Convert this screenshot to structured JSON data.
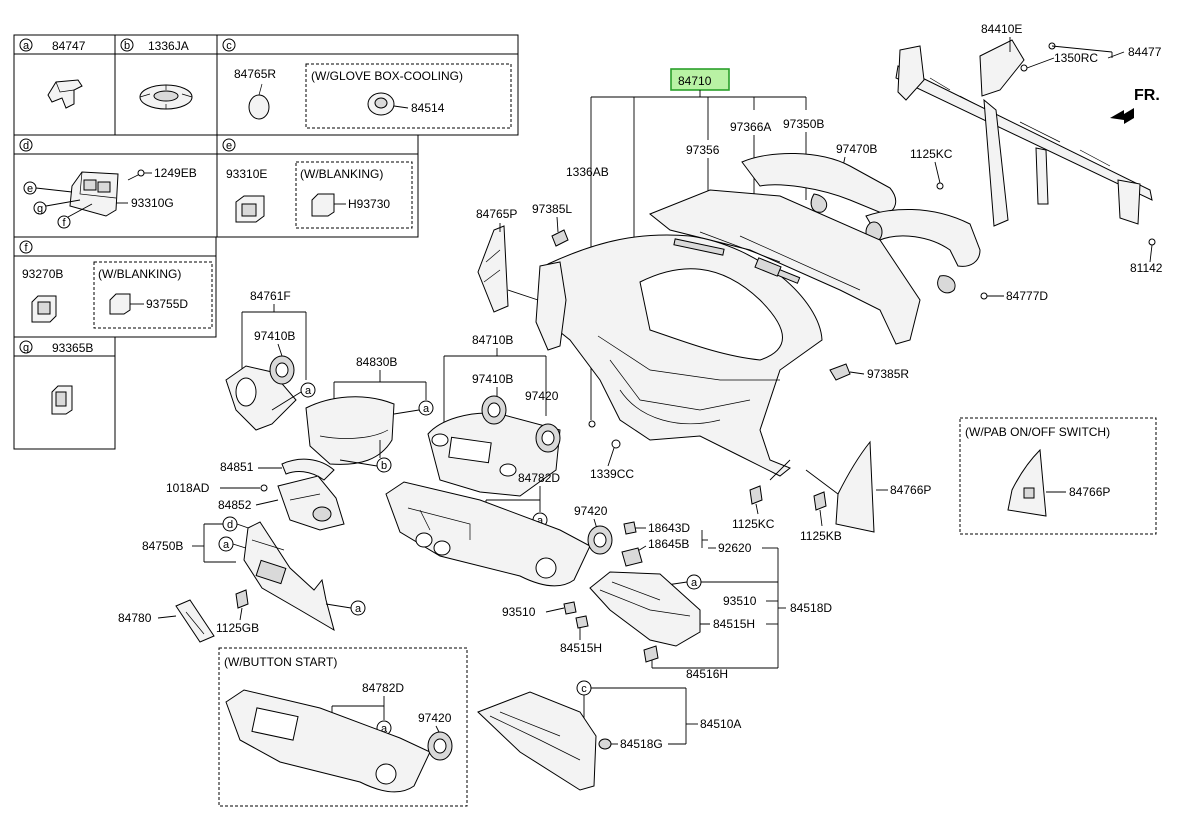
{
  "box_a": {
    "letter": "a",
    "code": "84747"
  },
  "box_b": {
    "letter": "b",
    "code": "1336JA"
  },
  "box_c": {
    "letter": "c",
    "part1": "84765R",
    "variant": "(W/GLOVE BOX-COOLING)",
    "part2": "84514"
  },
  "box_d": {
    "letter": "d",
    "code1": "1249EB",
    "code2": "93310G",
    "sub_e": "e",
    "sub_g": "g",
    "sub_f": "f"
  },
  "box_e": {
    "letter": "e",
    "part1": "93310E",
    "variant": "(W/BLANKING)",
    "part2": "H93730"
  },
  "box_f": {
    "letter": "f",
    "part1": "93270B",
    "variant": "(W/BLANKING)",
    "part2": "93755D"
  },
  "box_g": {
    "letter": "g",
    "code": "93365B"
  },
  "fr_label": "FR.",
  "callout_letters": {
    "a": "a",
    "b": "b",
    "c": "c",
    "d": "d"
  },
  "labels": {
    "p84710_main": "84710",
    "p1336AB": "1336AB",
    "p97356": "97356",
    "p97366A": "97366A",
    "p97350B": "97350B",
    "p97470B": "97470B",
    "p84410E": "84410E",
    "p1350RC": "1350RC",
    "p84477": "84477",
    "p1125KC_top": "1125KC",
    "p84777D": "84777D",
    "p81142": "81142",
    "p84765P": "84765P",
    "p97385L": "97385L",
    "p84761F": "84761F",
    "p97410B_left": "97410B",
    "p84830B": "84830B",
    "p84710B": "84710B",
    "p97410B_mid": "97410B",
    "p97420_mid": "97420",
    "p1339CC": "1339CC",
    "p97385R": "97385R",
    "p84851": "84851",
    "p1018AD": "1018AD",
    "p84852": "84852",
    "p84782D_mid": "84782D",
    "p97420_low": "97420",
    "p84750B": "84750B",
    "p84780": "84780",
    "p1125GB": "1125GB",
    "p18643D": "18643D",
    "p18645B": "18645B",
    "p92620": "92620",
    "p93510_left": "93510",
    "p93510_right": "93510",
    "p84515H_left": "84515H",
    "p84515H_right": "84515H",
    "p84518D": "84518D",
    "p84516H": "84516H",
    "p1125KC_mid": "1125KC",
    "p1125KB": "1125KB",
    "p84766P": "84766P",
    "p84510A": "84510A",
    "p84518G": "84518G"
  },
  "pab_box": {
    "title": "(W/PAB ON/OFF SWITCH)",
    "part": "84766P"
  },
  "button_start_box": {
    "title": "(W/BUTTON START)",
    "part1": "84782D",
    "part2": "97420"
  }
}
